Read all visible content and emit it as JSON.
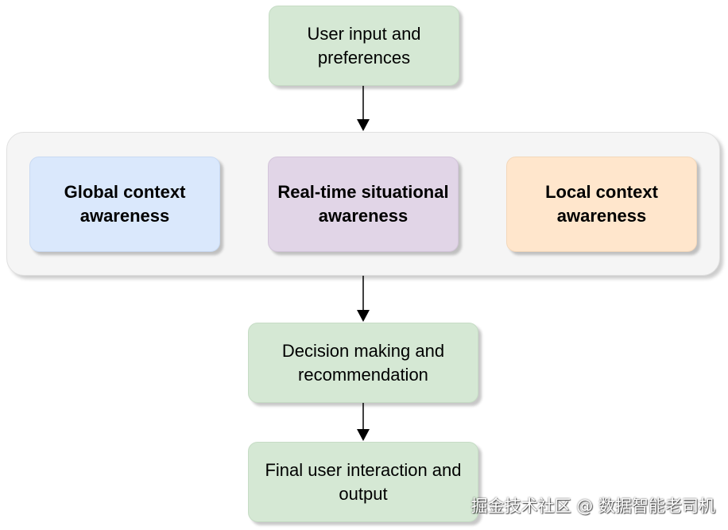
{
  "nodes": {
    "user_input": "User input and\npreferences",
    "global_context": "Global context\nawareness",
    "realtime_situational": "Real-time situational\nawareness",
    "local_context": "Local context\nawareness",
    "decision_making": "Decision making and\nrecommendation",
    "final_output": "Final user interaction and\noutput"
  },
  "watermark": "掘金技术社区 @ 数据智能老司机",
  "colors": {
    "green_fill": "#d5e8d4",
    "blue_fill": "#dae8fc",
    "purple_fill": "#e1d5e7",
    "orange_fill": "#ffe6cc",
    "container_fill": "#f5f5f5"
  }
}
